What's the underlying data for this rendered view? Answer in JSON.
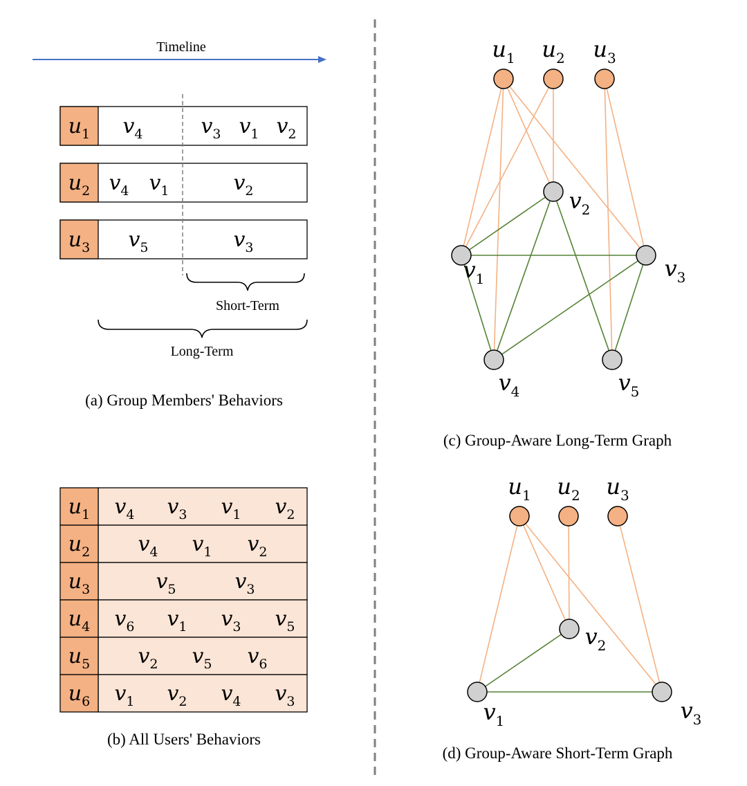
{
  "timeline": {
    "label": "Timeline"
  },
  "panel_a": {
    "caption": "(a) Group Members' Behaviors",
    "short_term_label": "Short-Term",
    "long_term_label": "Long-Term",
    "rows": [
      {
        "user": "u",
        "user_sub": "1",
        "items": [
          [
            "v",
            "4"
          ],
          [
            "v",
            "3"
          ],
          [
            "v",
            "1"
          ],
          [
            "v",
            "2"
          ]
        ]
      },
      {
        "user": "u",
        "user_sub": "2",
        "items": [
          [
            "v",
            "4"
          ],
          [
            "v",
            "1"
          ],
          [
            "v",
            "2"
          ]
        ]
      },
      {
        "user": "u",
        "user_sub": "3",
        "items": [
          [
            "v",
            "5"
          ],
          [
            "v",
            "3"
          ]
        ]
      }
    ]
  },
  "panel_b": {
    "caption": "(b) All Users' Behaviors",
    "rows": [
      {
        "user": "u",
        "user_sub": "1",
        "items": [
          [
            "v",
            "4"
          ],
          [
            "v",
            "3"
          ],
          [
            "v",
            "1"
          ],
          [
            "v",
            "2"
          ]
        ]
      },
      {
        "user": "u",
        "user_sub": "2",
        "items": [
          [
            "v",
            "4"
          ],
          [
            "v",
            "1"
          ],
          [
            "v",
            "2"
          ]
        ]
      },
      {
        "user": "u",
        "user_sub": "3",
        "items": [
          [
            "v",
            "5"
          ],
          [
            "v",
            "3"
          ]
        ]
      },
      {
        "user": "u",
        "user_sub": "4",
        "items": [
          [
            "v",
            "6"
          ],
          [
            "v",
            "1"
          ],
          [
            "v",
            "3"
          ],
          [
            "v",
            "5"
          ]
        ]
      },
      {
        "user": "u",
        "user_sub": "5",
        "items": [
          [
            "v",
            "2"
          ],
          [
            "v",
            "5"
          ],
          [
            "v",
            "6"
          ]
        ]
      },
      {
        "user": "u",
        "user_sub": "6",
        "items": [
          [
            "v",
            "1"
          ],
          [
            "v",
            "2"
          ],
          [
            "v",
            "4"
          ],
          [
            "v",
            "3"
          ]
        ]
      }
    ]
  },
  "panel_c": {
    "caption": "(c) Group-Aware Long-Term Graph",
    "user_nodes": [
      {
        "base": "u",
        "sub": "1"
      },
      {
        "base": "u",
        "sub": "2"
      },
      {
        "base": "u",
        "sub": "3"
      }
    ],
    "item_nodes": [
      {
        "base": "v",
        "sub": "2"
      },
      {
        "base": "v",
        "sub": "1"
      },
      {
        "base": "v",
        "sub": "3"
      },
      {
        "base": "v",
        "sub": "4"
      },
      {
        "base": "v",
        "sub": "5"
      }
    ]
  },
  "panel_d": {
    "caption": "(d) Group-Aware Short-Term Graph",
    "user_nodes": [
      {
        "base": "u",
        "sub": "1"
      },
      {
        "base": "u",
        "sub": "2"
      },
      {
        "base": "u",
        "sub": "3"
      }
    ],
    "item_nodes": [
      {
        "base": "v",
        "sub": "2"
      },
      {
        "base": "v",
        "sub": "1"
      },
      {
        "base": "v",
        "sub": "3"
      }
    ]
  },
  "colors": {
    "user_fill": "#f4b183",
    "user_label_fill": "#f4b183",
    "all_users_row_fill": "#fbe5d6",
    "item_fill": "#d0d0d0",
    "user_edge": "#f4b183",
    "item_edge": "#548235",
    "timeline": "#4472c4",
    "divider": "#7f7f7f"
  }
}
